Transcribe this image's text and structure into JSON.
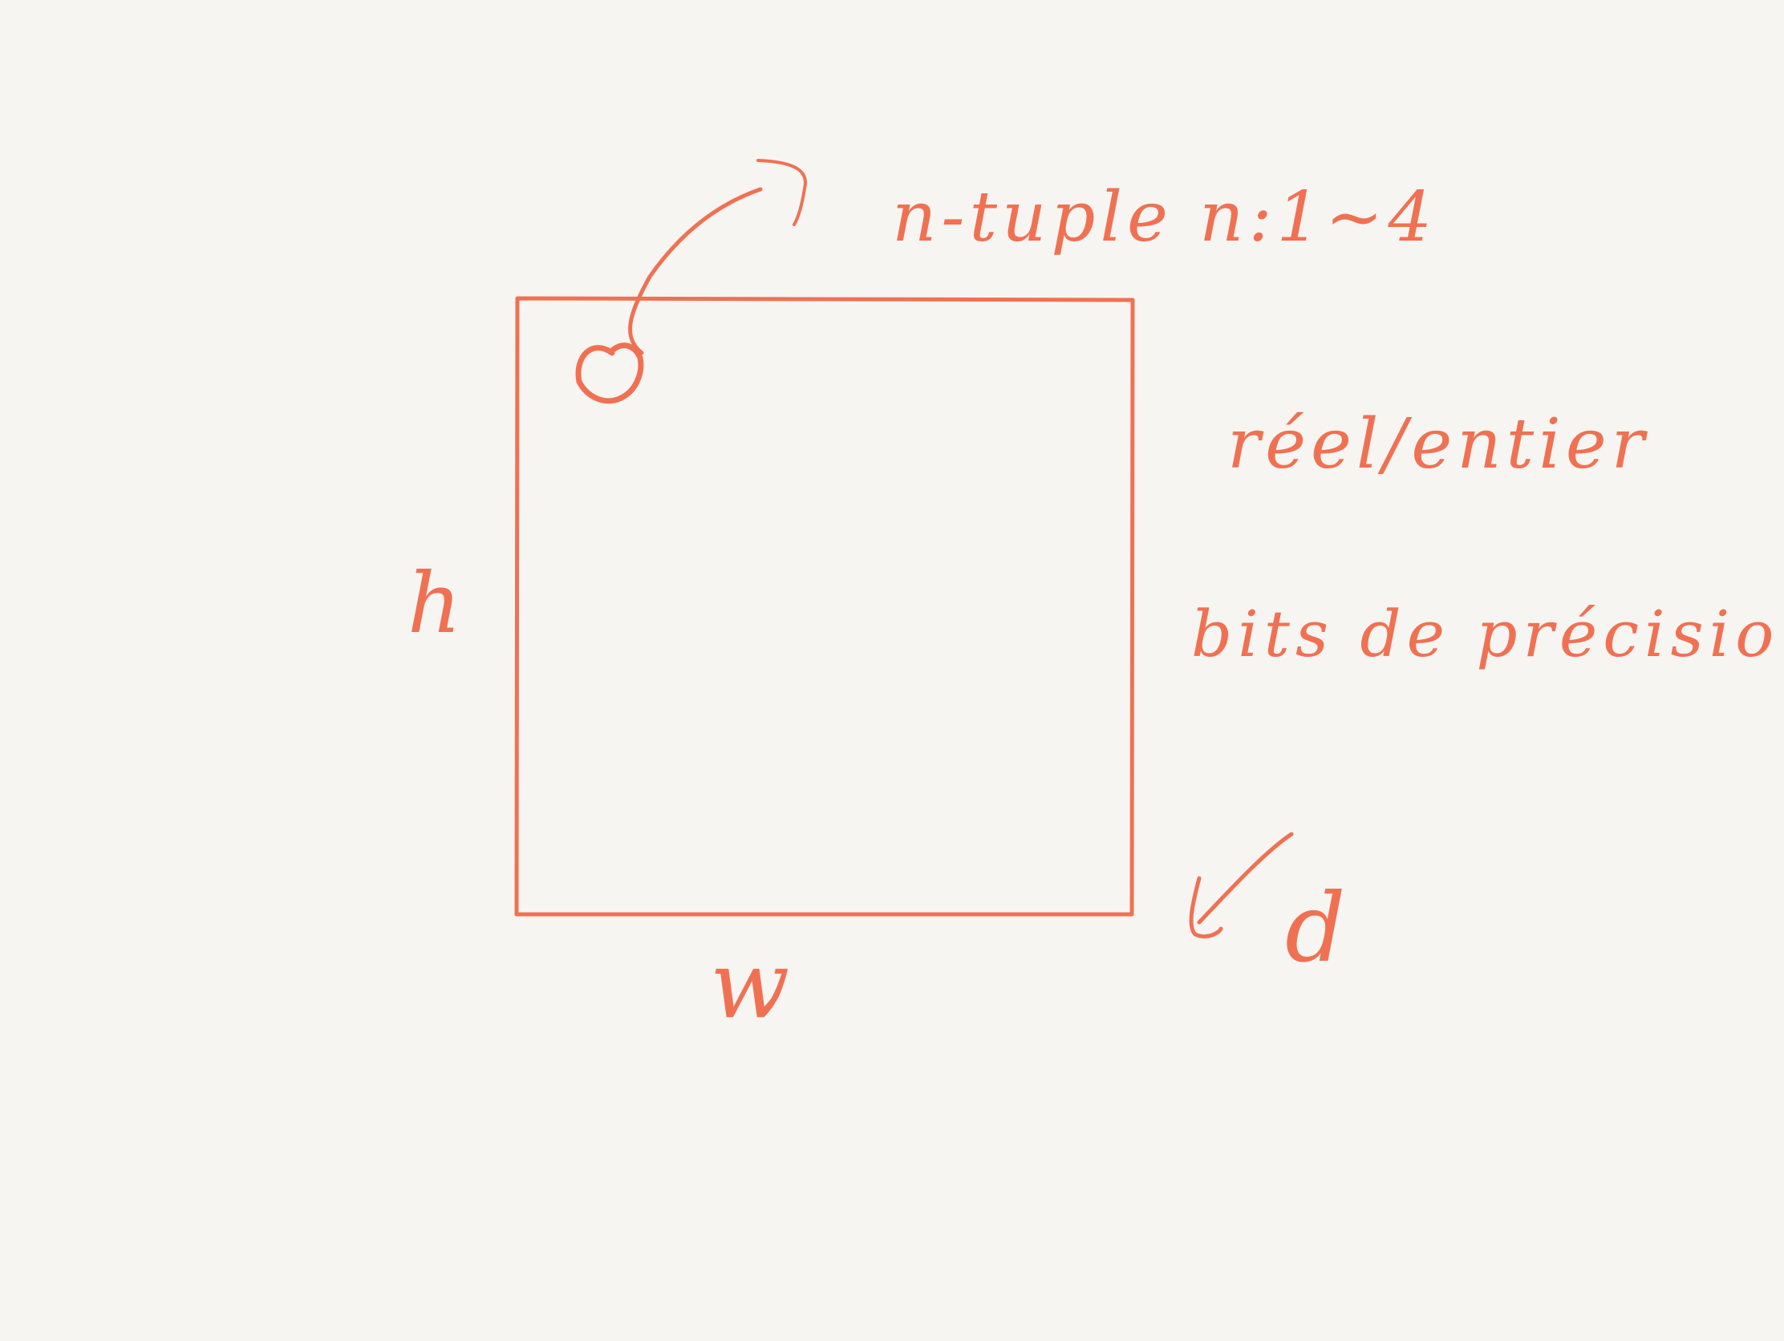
{
  "ink_color": "#f07152",
  "background_color": "#f6f5f2",
  "labels": {
    "pixel_marker": "o",
    "tuple_note": "n-tuple n:1~4",
    "type_note": "réel/entier",
    "precision_note": "bits de précision",
    "height": "h",
    "width": "w",
    "depth": "d"
  }
}
